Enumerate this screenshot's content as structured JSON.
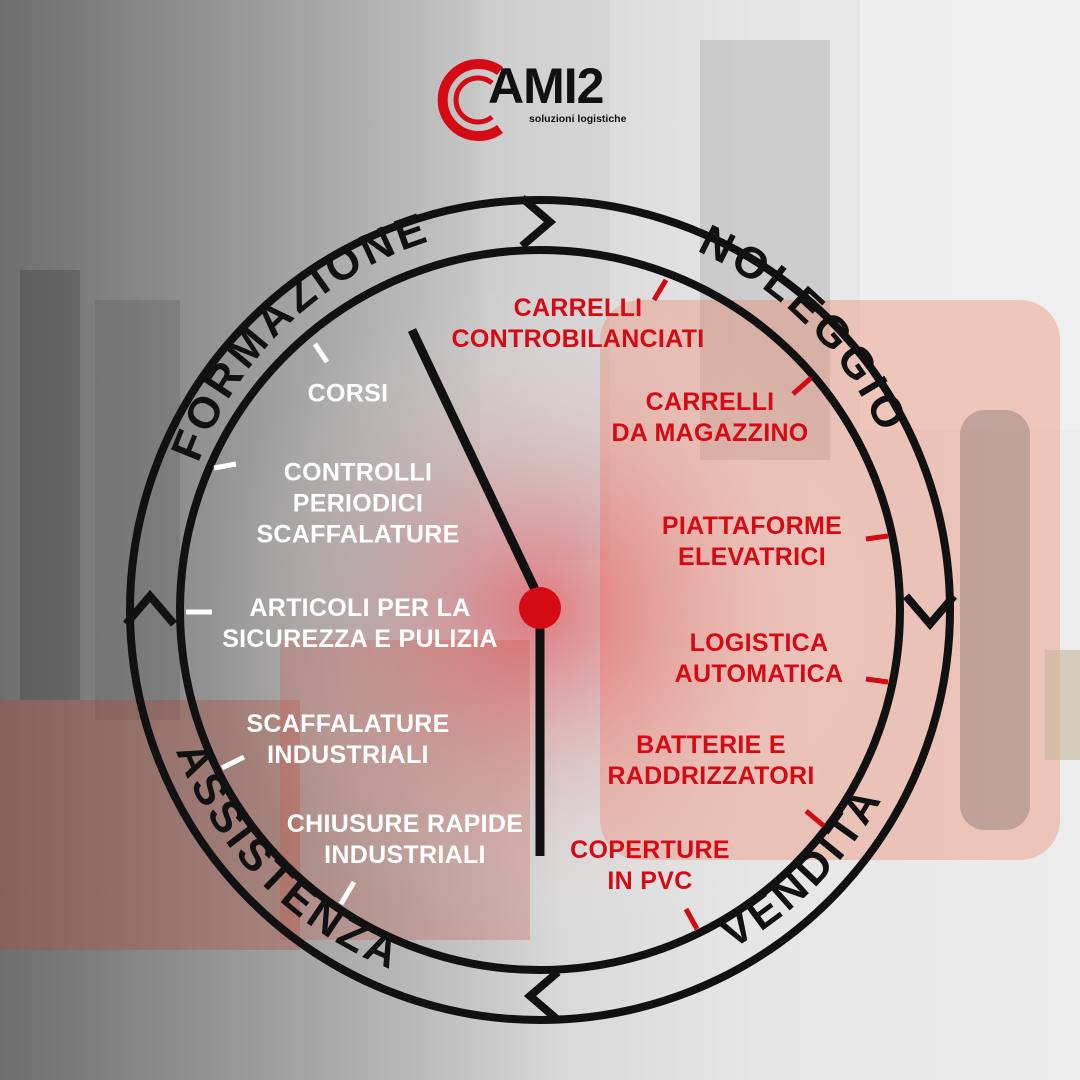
{
  "logo": {
    "brand": "AMI2",
    "tagline": "soluzioni logistiche"
  },
  "ring_labels": {
    "formazione": "FORMAZIONE",
    "noleggio": "NOLEGGIO",
    "vendita": "VENDITA",
    "assistenza": "ASSISTENZA"
  },
  "left_items": [
    "CORSI",
    "CONTROLLI\nPERIODICI\nSCAFFALATURE",
    "ARTICOLI PER LA\nSICUREZZA E PULIZIA",
    "SCAFFALATURE\nINDUSTRIALI",
    "CHIUSURE RAPIDE\nINDUSTRIALI"
  ],
  "right_items": [
    "CARRELLI\nCONTROBILANCIATI",
    "CARRELLI\nDA MAGAZZINO",
    "PIATTAFORME\nELEVATRICI",
    "LOGISTICA\nAUTOMATICA",
    "BATTERIE E\nRADDRIZZATORI",
    "COPERTURE\nIN PVC"
  ],
  "colors": {
    "accent_red": "#d40a14",
    "ink": "#111111",
    "left_text": "#ffffff"
  }
}
